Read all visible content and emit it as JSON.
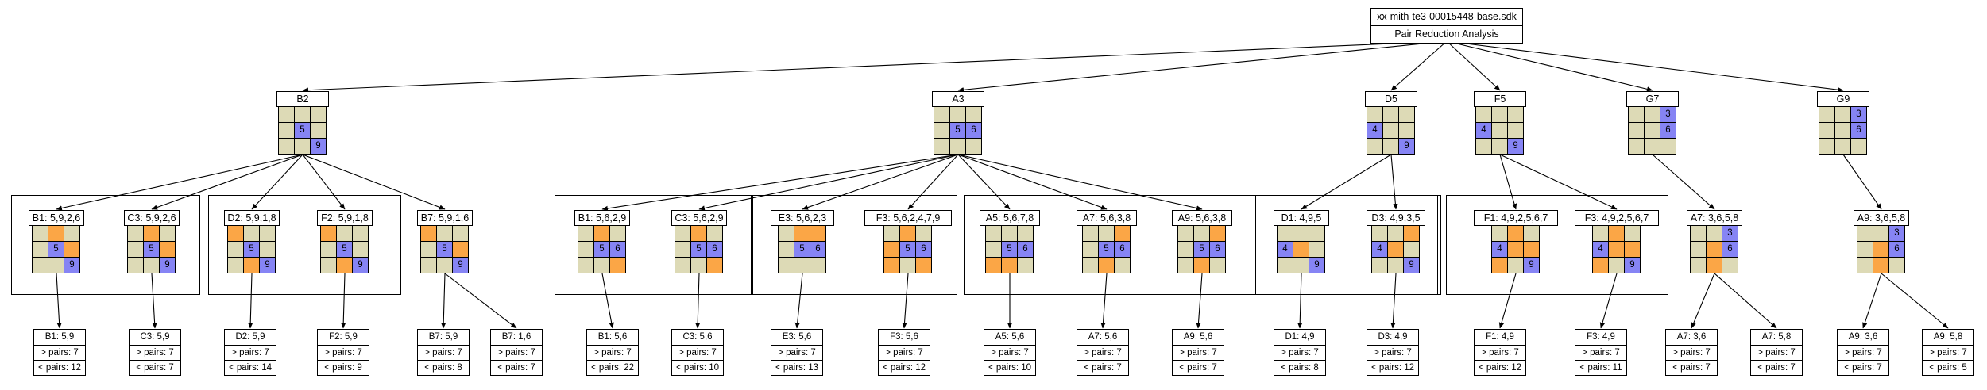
{
  "title": {
    "file": "xx-mith-te3-00015448-base.sdk",
    "subtitle": "Pair Reduction Analysis"
  },
  "colors": {
    "tan": "#dddab6",
    "orange": "#fba646",
    "blue": "#8684f4",
    "white": "#ffffff",
    "line": "#000000"
  },
  "level1": [
    {
      "label": "B2",
      "grid": [
        "ttt",
        "tBt",
        "ttB"
      ],
      "texts": [
        "",
        "",
        "",
        "",
        "5",
        "",
        "",
        "",
        "9"
      ]
    },
    {
      "label": "A3",
      "grid": [
        "ttt",
        "tBB",
        "ttt"
      ],
      "texts": [
        "",
        "",
        "",
        "",
        "5",
        "6",
        "",
        "",
        ""
      ]
    },
    {
      "label": "D5",
      "grid": [
        "ttt",
        "Btt",
        "ttB"
      ],
      "texts": [
        "",
        "",
        "",
        "4",
        "",
        "",
        "",
        "",
        "9"
      ]
    },
    {
      "label": "F5",
      "grid": [
        "ttt",
        "Btt",
        "ttB"
      ],
      "texts": [
        "",
        "",
        "",
        "4",
        "",
        "",
        "",
        "",
        "9"
      ]
    },
    {
      "label": "G7",
      "grid": [
        "ttB",
        "ttB",
        "ttt"
      ],
      "texts": [
        "",
        "",
        "3",
        "",
        "",
        "6",
        "",
        "",
        ""
      ]
    },
    {
      "label": "G9",
      "grid": [
        "ttB",
        "ttB",
        "ttt"
      ],
      "texts": [
        "",
        "",
        "3",
        "",
        "",
        "6",
        "",
        "",
        ""
      ]
    }
  ],
  "level2": [
    {
      "label": "B1: 5,9,2,6",
      "grid": [
        "tOt",
        "tBO",
        "ttB"
      ],
      "texts": [
        "",
        "",
        "",
        "",
        "5",
        "",
        "",
        "",
        "9"
      ]
    },
    {
      "label": "C3: 5,9,2,6",
      "grid": [
        "tOt",
        "tBO",
        "ttB"
      ],
      "texts": [
        "",
        "",
        "",
        "",
        "5",
        "",
        "",
        "",
        "9"
      ]
    },
    {
      "label": "D2: 5,9,1,8",
      "grid": [
        "Ott",
        "tBt",
        "tOB"
      ],
      "texts": [
        "",
        "",
        "",
        "",
        "5",
        "",
        "",
        "",
        "9"
      ]
    },
    {
      "label": "F2: 5,9,1,8",
      "grid": [
        "Ott",
        "tBt",
        "tOB"
      ],
      "texts": [
        "",
        "",
        "",
        "",
        "5",
        "",
        "",
        "",
        "9"
      ]
    },
    {
      "label": "B7: 5,9,1,6",
      "grid": [
        "Ott",
        "tBO",
        "ttB"
      ],
      "texts": [
        "",
        "",
        "",
        "",
        "5",
        "",
        "",
        "",
        "9"
      ]
    },
    {
      "label": "B1: 5,6,2,9",
      "grid": [
        "tOt",
        "tBB",
        "ttO"
      ],
      "texts": [
        "",
        "",
        "",
        "",
        "5",
        "6",
        "",
        "",
        ""
      ]
    },
    {
      "label": "C3: 5,6,2,9",
      "grid": [
        "tOt",
        "tBB",
        "ttO"
      ],
      "texts": [
        "",
        "",
        "",
        "",
        "5",
        "6",
        "",
        "",
        ""
      ]
    },
    {
      "label": "E3: 5,6,2,3",
      "grid": [
        "tOO",
        "tBB",
        "ttt"
      ],
      "texts": [
        "",
        "",
        "",
        "",
        "5",
        "6",
        "",
        "",
        ""
      ]
    },
    {
      "label": "F3: 5,6,2,4,7,9",
      "grid": [
        "tOt",
        "OBB",
        "OtO"
      ],
      "texts": [
        "",
        "",
        "",
        "",
        "5",
        "6",
        "",
        "",
        ""
      ]
    },
    {
      "label": "A5: 5,6,7,8",
      "grid": [
        "ttt",
        "tBB",
        "OOt"
      ],
      "texts": [
        "",
        "",
        "",
        "",
        "5",
        "6",
        "",
        "",
        ""
      ]
    },
    {
      "label": "A7: 5,6,3,8",
      "grid": [
        "ttO",
        "tBB",
        "tOt"
      ],
      "texts": [
        "",
        "",
        "",
        "",
        "5",
        "6",
        "",
        "",
        ""
      ]
    },
    {
      "label": "A9: 5,6,3,8",
      "grid": [
        "ttO",
        "tBB",
        "tOt"
      ],
      "texts": [
        "",
        "",
        "",
        "",
        "5",
        "6",
        "",
        "",
        ""
      ]
    },
    {
      "label": "D1: 4,9,5",
      "grid": [
        "ttt",
        "BOt",
        "ttB"
      ],
      "texts": [
        "",
        "",
        "",
        "4",
        "",
        "",
        "",
        "",
        "9"
      ]
    },
    {
      "label": "D3: 4,9,3,5",
      "grid": [
        "ttO",
        "BOt",
        "ttB"
      ],
      "texts": [
        "",
        "",
        "",
        "4",
        "",
        "",
        "",
        "",
        "9"
      ]
    },
    {
      "label": "F1: 4,9,2,5,6,7",
      "grid": [
        "tOt",
        "BOO",
        "OtB"
      ],
      "texts": [
        "",
        "",
        "",
        "4",
        "",
        "",
        "",
        "",
        "9"
      ]
    },
    {
      "label": "F3: 4,9,2,5,6,7",
      "grid": [
        "tOt",
        "BOO",
        "OtB"
      ],
      "texts": [
        "",
        "",
        "",
        "4",
        "",
        "",
        "",
        "",
        "9"
      ]
    },
    {
      "label": "A7: 3,6,5,8",
      "grid": [
        "ttB",
        "tOB",
        "tOt"
      ],
      "texts": [
        "",
        "",
        "3",
        "",
        "",
        "6",
        "",
        "",
        ""
      ]
    },
    {
      "label": "A9: 3,6,5,8",
      "grid": [
        "ttB",
        "tOB",
        "tOt"
      ],
      "texts": [
        "",
        "",
        "3",
        "",
        "",
        "6",
        "",
        "",
        ""
      ]
    }
  ],
  "leaves": [
    {
      "label": "B1: 5,9",
      "more": "> pairs: 7",
      "less": "< pairs: 12"
    },
    {
      "label": "C3: 5,9",
      "more": "> pairs: 7",
      "less": "< pairs: 7"
    },
    {
      "label": "D2: 5,9",
      "more": "> pairs: 7",
      "less": "< pairs: 14"
    },
    {
      "label": "F2: 5,9",
      "more": "> pairs: 7",
      "less": "< pairs: 9"
    },
    {
      "label": "B7: 5,9",
      "more": "> pairs: 7",
      "less": "< pairs: 8"
    },
    {
      "label": "B7: 1,6",
      "more": "> pairs: 7",
      "less": "< pairs: 7"
    },
    {
      "label": "B1: 5,6",
      "more": "> pairs: 7",
      "less": "< pairs: 22"
    },
    {
      "label": "C3: 5,6",
      "more": "> pairs: 7",
      "less": "< pairs: 10"
    },
    {
      "label": "E3: 5,6",
      "more": "> pairs: 7",
      "less": "< pairs: 13"
    },
    {
      "label": "F3: 5,6",
      "more": "> pairs: 7",
      "less": "< pairs: 12"
    },
    {
      "label": "A5: 5,6",
      "more": "> pairs: 7",
      "less": "< pairs: 10"
    },
    {
      "label": "A7: 5,6",
      "more": "> pairs: 7",
      "less": "< pairs: 7"
    },
    {
      "label": "A9: 5,6",
      "more": "> pairs: 7",
      "less": "< pairs: 7"
    },
    {
      "label": "D1: 4,9",
      "more": "> pairs: 7",
      "less": "< pairs: 8"
    },
    {
      "label": "D3: 4,9",
      "more": "> pairs: 7",
      "less": "< pairs: 12"
    },
    {
      "label": "F1: 4,9",
      "more": "> pairs: 7",
      "less": "< pairs: 12"
    },
    {
      "label": "F3: 4,9",
      "more": "> pairs: 7",
      "less": "< pairs: 11"
    },
    {
      "label": "A7: 3,6",
      "more": "> pairs: 7",
      "less": "< pairs: 7"
    },
    {
      "label": "A7: 5,8",
      "more": "> pairs: 7",
      "less": "< pairs: 7"
    },
    {
      "label": "A9: 3,6",
      "more": "> pairs: 7",
      "less": "< pairs: 7"
    },
    {
      "label": "A9: 5,8",
      "more": "> pairs: 7",
      "less": "< pairs: 5"
    }
  ]
}
